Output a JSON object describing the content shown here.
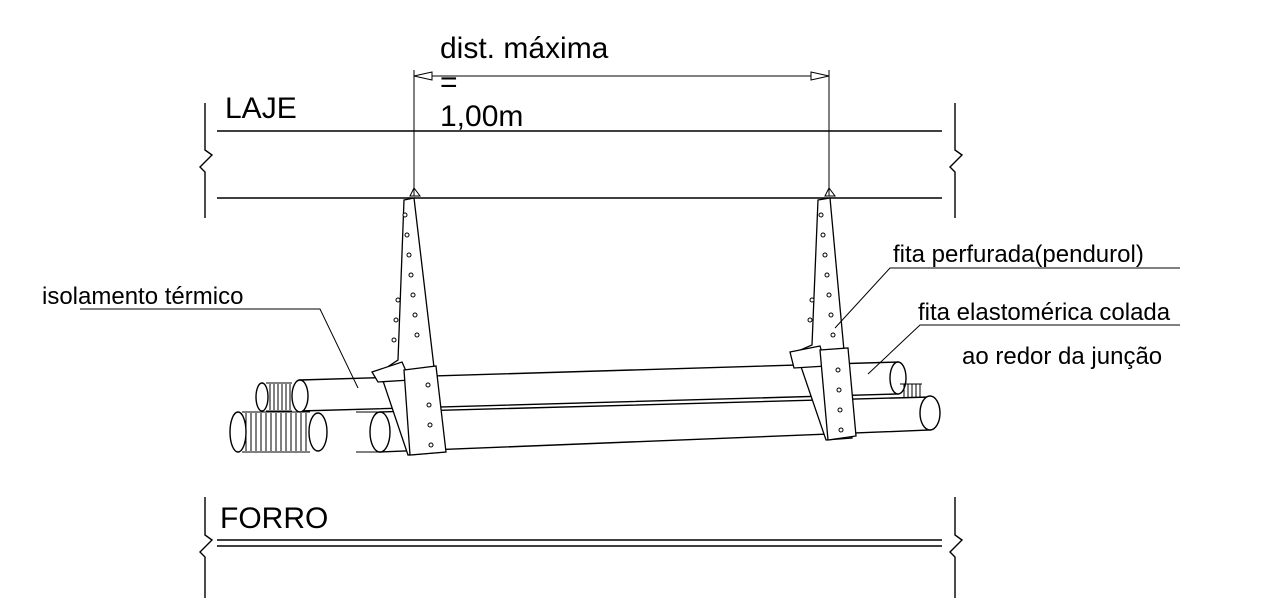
{
  "labels": {
    "dimension_line1": "dist. máxima",
    "dimension_line2": "=",
    "dimension_line3": "1,00m",
    "slab": "LAJE",
    "ceiling": "FORRO",
    "insulation": "isolamento térmico",
    "strap": "fita  perfurada(pendurol)",
    "tape_line1": "fita elastomérica colada",
    "tape_line2": "ao redor da junção"
  }
}
